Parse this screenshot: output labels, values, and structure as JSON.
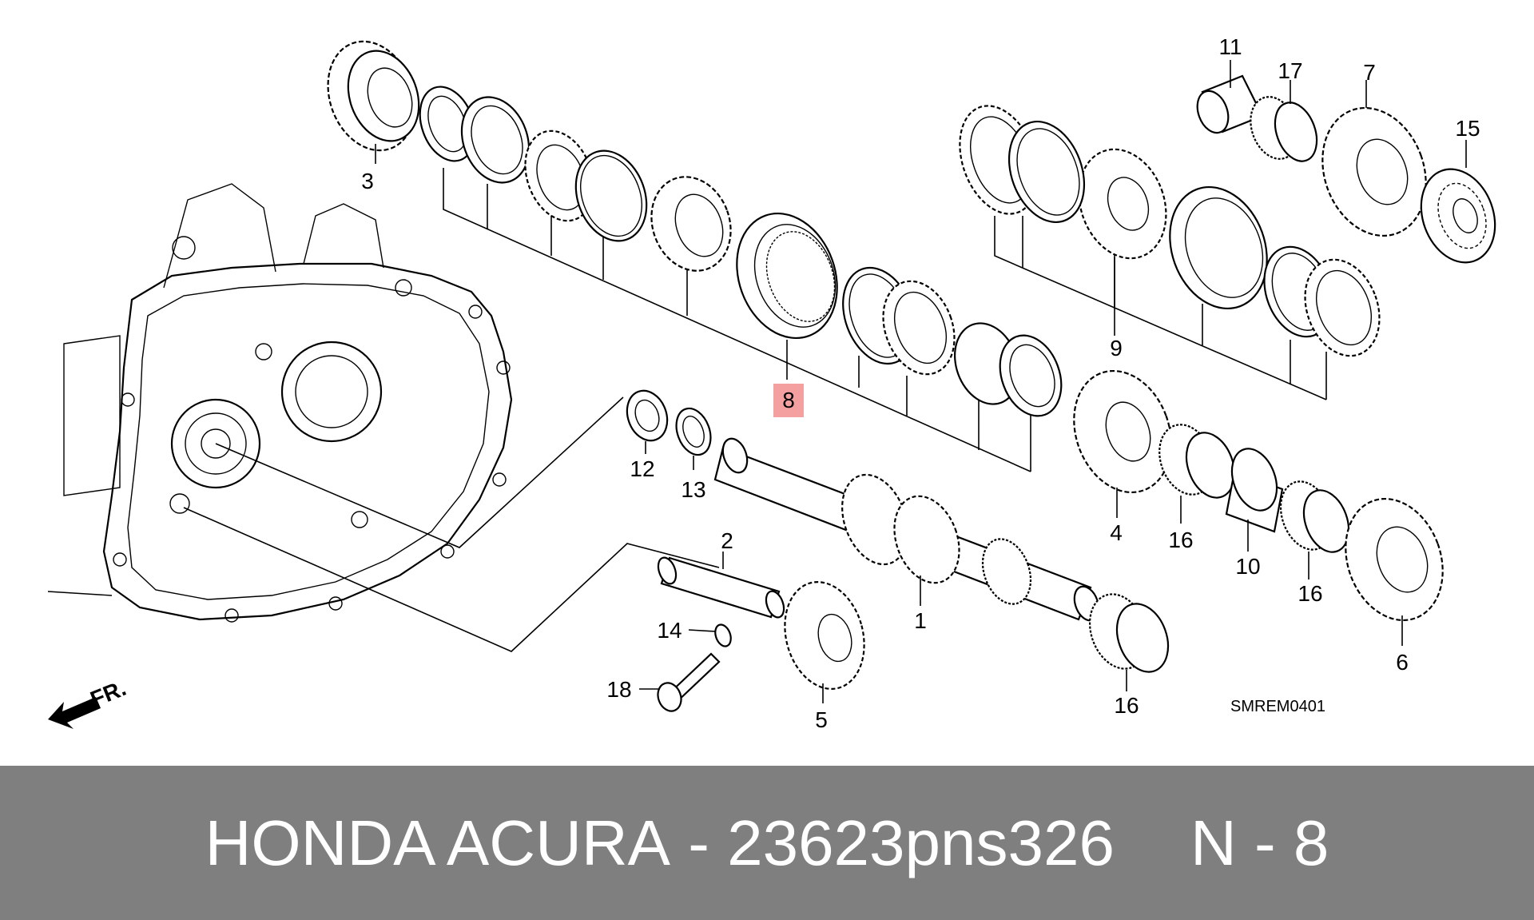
{
  "diagram": {
    "reference_code": "SMREM0401",
    "front_marker": "FR.",
    "highlighted_callout": "8",
    "callouts": [
      {
        "id": "c3",
        "text": "3"
      },
      {
        "id": "c11",
        "text": "11"
      },
      {
        "id": "c17",
        "text": "17"
      },
      {
        "id": "c7",
        "text": "7"
      },
      {
        "id": "c15",
        "text": "15"
      },
      {
        "id": "c9",
        "text": "9"
      },
      {
        "id": "c8",
        "text": "8"
      },
      {
        "id": "c12",
        "text": "12"
      },
      {
        "id": "c13",
        "text": "13"
      },
      {
        "id": "c2",
        "text": "2"
      },
      {
        "id": "c4",
        "text": "4"
      },
      {
        "id": "c16a",
        "text": "16"
      },
      {
        "id": "c10",
        "text": "10"
      },
      {
        "id": "c16b",
        "text": "16"
      },
      {
        "id": "c1",
        "text": "1"
      },
      {
        "id": "c14",
        "text": "14"
      },
      {
        "id": "c18",
        "text": "18"
      },
      {
        "id": "c5",
        "text": "5"
      },
      {
        "id": "c16c",
        "text": "16"
      },
      {
        "id": "c6",
        "text": "6"
      }
    ]
  },
  "banner": {
    "brand": "HONDA ACURA",
    "separator": "-",
    "part_number": "23623pns326",
    "position_label": "N - 8"
  }
}
